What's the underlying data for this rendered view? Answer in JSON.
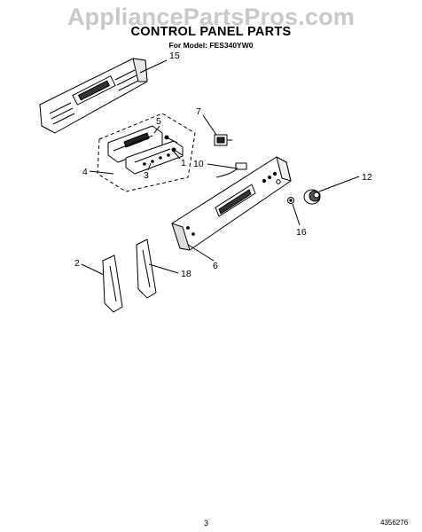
{
  "watermark": "AppliancePartsPros.com",
  "header": {
    "title": "CONTROL PANEL PARTS",
    "subtitle": "For Model: FES340YW0"
  },
  "callouts": [
    "15",
    "5",
    "7",
    "4",
    "3",
    "1",
    "10",
    "12",
    "16",
    "6",
    "2",
    "18"
  ],
  "footer": {
    "page_number": "3",
    "doc_number": "4356276"
  }
}
